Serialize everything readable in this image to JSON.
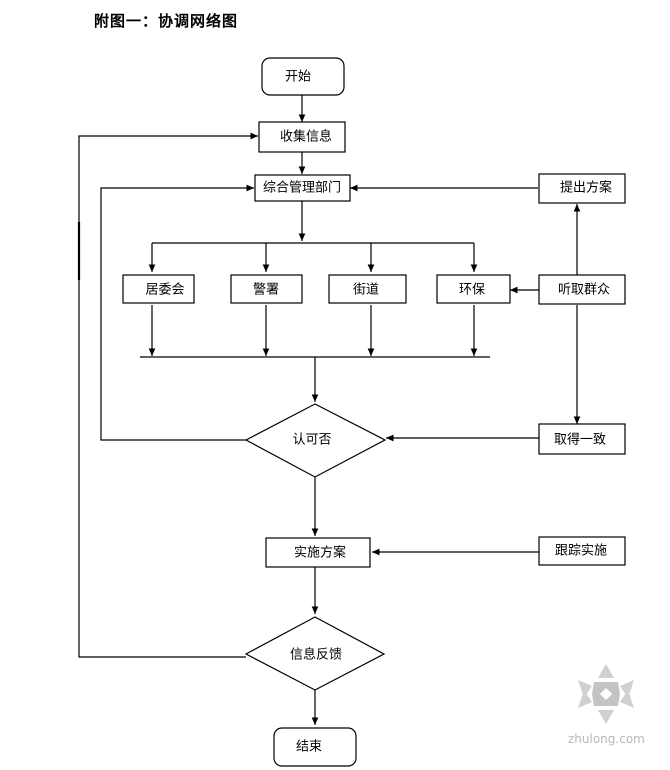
{
  "title": "附图一：协调网络图",
  "nodes": {
    "start": "开始",
    "collect": "收集信息",
    "dept": "综合管理部门",
    "propose": "提出方案",
    "unit1": "居委会",
    "unit2": "警署",
    "unit3": "街道",
    "unit4": "环保",
    "listen": "听取群众",
    "approve": "认可否",
    "agree": "取得一致",
    "implement": "实施方案",
    "track": "跟踪实施",
    "feedback": "信息反馈",
    "end": "结束"
  },
  "watermark": "zhulong.com",
  "colors": {
    "line": "#000000",
    "watermark": "#c0c0c0"
  }
}
